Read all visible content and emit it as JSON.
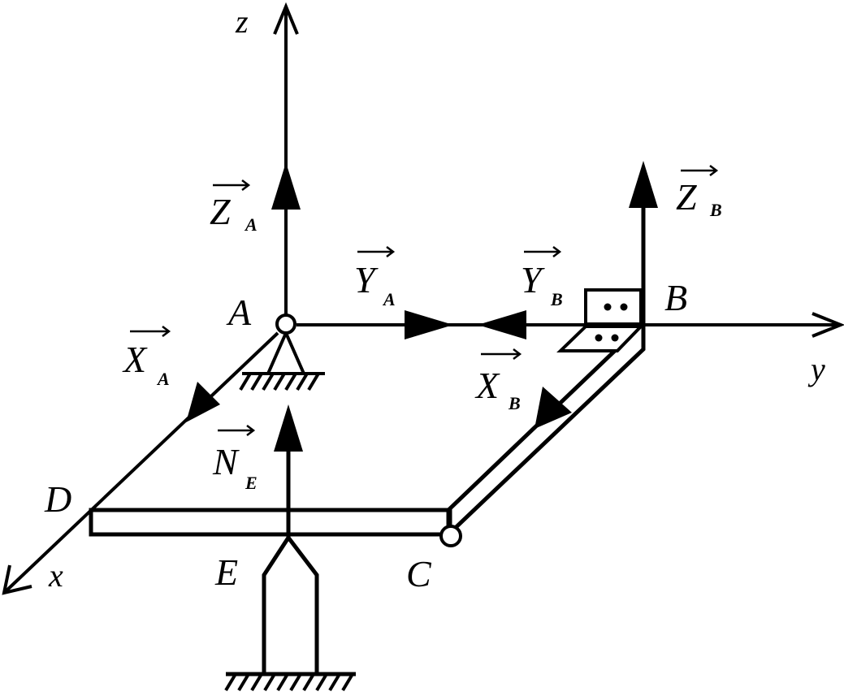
{
  "points": {
    "A": "A",
    "B": "B",
    "C": "C",
    "D": "D",
    "E": "E"
  },
  "axes": {
    "x": "x",
    "y": "y",
    "z": "z"
  },
  "forces": {
    "ZA": {
      "letter": "Z",
      "sub": "A"
    },
    "ZB": {
      "letter": "Z",
      "sub": "B"
    },
    "YA": {
      "letter": "Y",
      "sub": "A"
    },
    "YB": {
      "letter": "Y",
      "sub": "B"
    },
    "XA": {
      "letter": "X",
      "sub": "A"
    },
    "XB": {
      "letter": "X",
      "sub": "B"
    },
    "NE": {
      "letter": "N",
      "sub": "E"
    }
  },
  "colors": {
    "ink": "#000000",
    "background": "#ffffff"
  }
}
